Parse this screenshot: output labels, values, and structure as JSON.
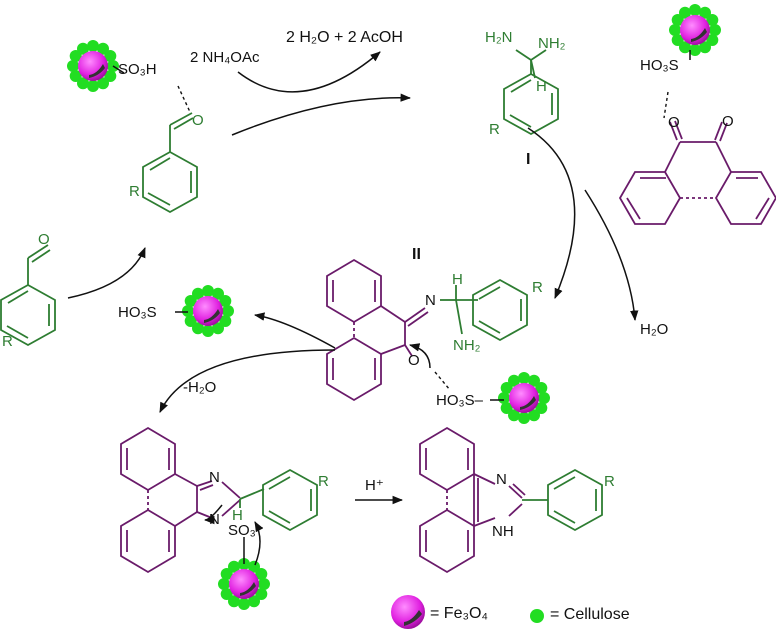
{
  "reagents": {
    "ammonium_acetate": "2 NH₄OAc",
    "byproduct": "2 H₂O + 2 AcOH",
    "water": "H₂O",
    "minus_water": "-H₂O",
    "proton": "H⁺"
  },
  "catalyst": {
    "so3h": "SO₃H",
    "ho3s": "HO₃S",
    "ho3s_dash": "HO₃S–",
    "so3_minus": "SO₃⁻"
  },
  "intermediates": {
    "i1": "I",
    "i2": "II"
  },
  "atoms": {
    "O": "O",
    "N": "N",
    "H": "H",
    "R": "R",
    "NH2": "NH₂",
    "H2N": "H₂N",
    "NH": "NH"
  },
  "legend": {
    "fe3o4": "= Fe₃O₄",
    "cellulose": "= Cellulose"
  },
  "colors": {
    "purple": "#6a1b6a",
    "green": "#2e7d32",
    "magenta": "#e020e0",
    "bead": "#22dd22"
  }
}
